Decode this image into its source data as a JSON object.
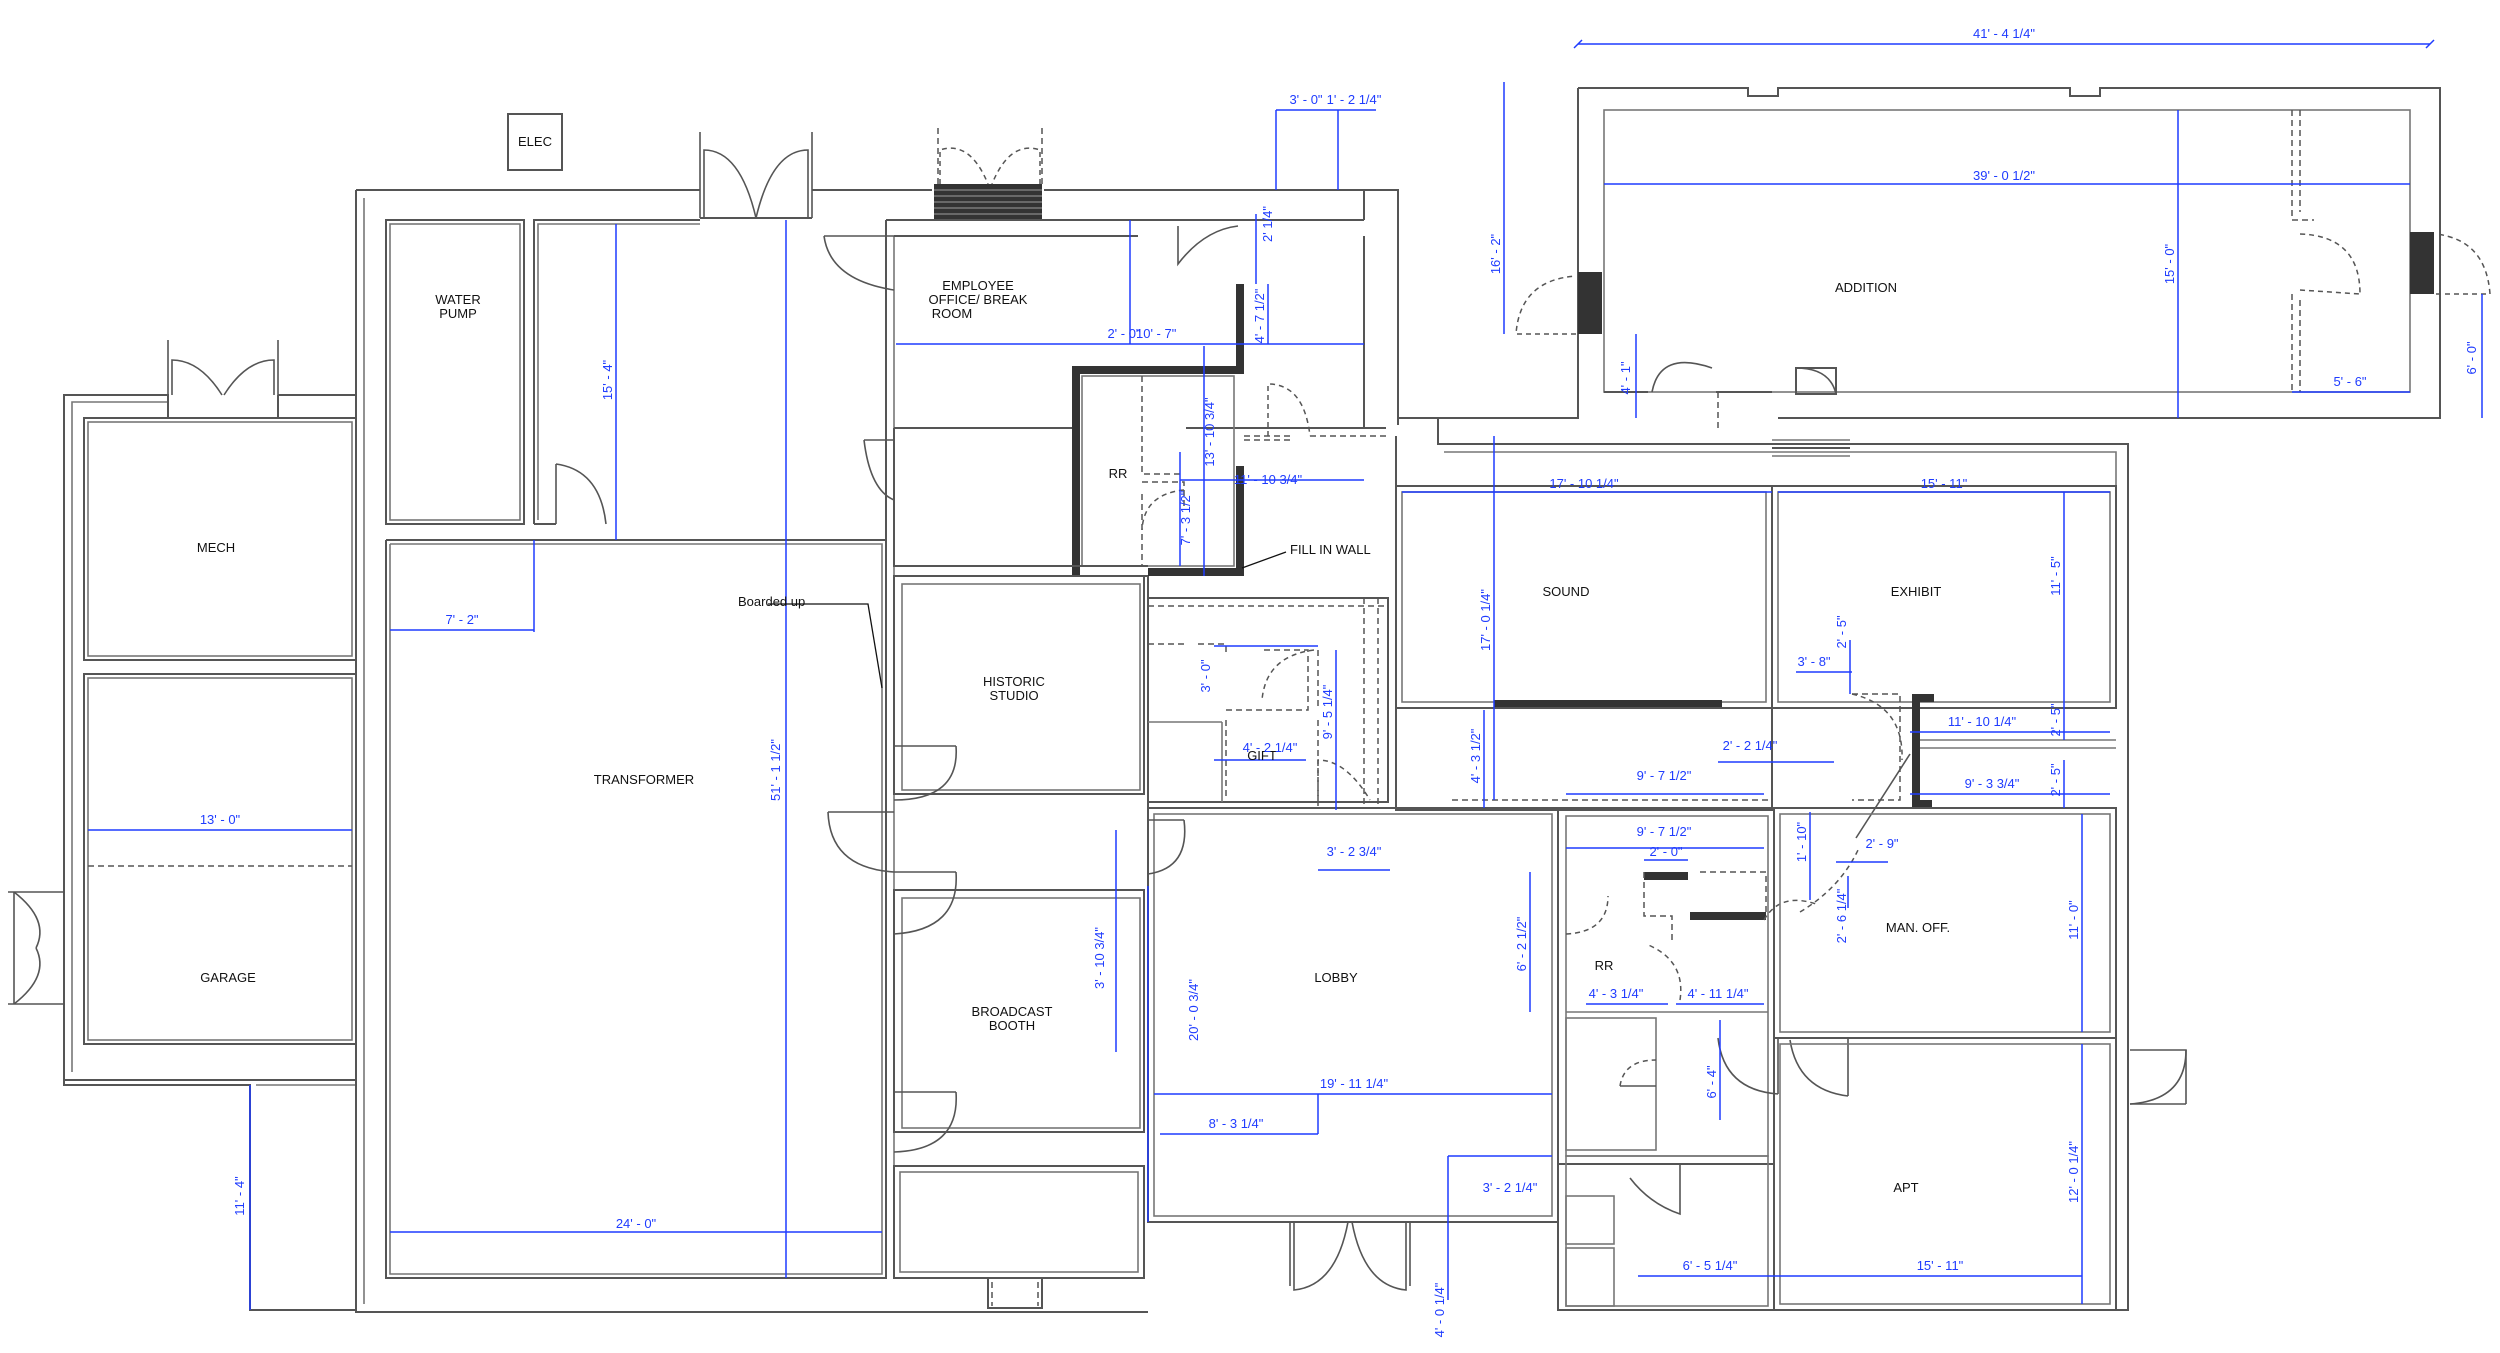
{
  "rooms": {
    "elec": "ELEC",
    "water_pump_1": "WATER",
    "water_pump_2": "PUMP",
    "mech": "MECH",
    "garage": "GARAGE",
    "transformer": "TRANSFORMER",
    "employee_1": "EMPLOYEE",
    "employee_2": "OFFICE/ BREAK",
    "employee_3": "ROOM",
    "rr_upper": "RR",
    "historic_1": "HISTORIC",
    "historic_2": "STUDIO",
    "gift": "GIFT",
    "broadcast_1": "BROADCAST",
    "broadcast_2": "BOOTH",
    "lobby": "LOBBY",
    "sound": "SOUND",
    "exhibit": "EXHIBIT",
    "addition": "ADDITION",
    "rr_lower": "RR",
    "man_off": "MAN. OFF.",
    "apt": "APT"
  },
  "notes": {
    "boarded_up": "Boarded up",
    "fill_in_wall": "FILL IN WALL"
  },
  "dimensions": {
    "d_41_4": "41' - 4 1/4\"",
    "d_39_0": "39' - 0 1/2\"",
    "d_16_2": "16' - 2\"",
    "d_15_0": "15' - 0\"",
    "d_6_0": "6' - 0\"",
    "d_5_6": "5' - 6\"",
    "d_4_1": "4' - 1\"",
    "d_3_0_top": "3' - 0\"",
    "d_1_2_top": "1' - 2 1/4\"",
    "d_2_1_4": "2' 1/4\"",
    "d_2_0": "2' - 0\"",
    "d_10_7": "10' - 7\"",
    "d_4_7": "4' - 7 1/2\"",
    "d_13_10": "13' - 10 3/4\"",
    "d_11_10_top": "11' - 10 3/4\"",
    "d_7_3": "7' - 3 1/2\"",
    "d_15_4": "15' - 4\"",
    "d_7_2": "7' - 2\"",
    "d_13_0": "13' - 0\"",
    "d_51_1": "51' - 1 1/2\"",
    "d_24_0": "24' - 0\"",
    "d_11_4": "11' - 4\"",
    "d_17_10": "17' - 10 1/4\"",
    "d_15_11_top": "15' - 11\"",
    "d_11_5": "11' - 5\"",
    "d_17_0": "17' - 0 1/4\"",
    "d_3_8": "3' - 8\"",
    "d_2_5a": "2' - 5\"",
    "d_11_10_b": "11' - 10 1/4\"",
    "d_2_5b": "2' - 5\"",
    "d_9_3": "9' - 3 3/4\"",
    "d_2_5c": "2' - 5\"",
    "d_3_0_mid": "3' - 0\"",
    "d_9_5": "9' - 5 1/4\"",
    "d_4_2": "4' - 2 1/4\"",
    "d_4_3_v": "4' - 3 1/2\"",
    "d_2_2": "2' - 2 1/4\"",
    "d_9_7a": "9' - 7 1/2\"",
    "d_9_7b": "9' - 7 1/2\"",
    "d_2_0_b": "2' - 0\"",
    "d_1_10": "1' - 10\"",
    "d_2_9": "2' - 9\"",
    "d_2_6": "2' - 6 1/4\"",
    "d_3_2_mid": "3' - 2 3/4\"",
    "d_3_10": "3' - 10 3/4\"",
    "d_6_2": "6' - 2 1/2\"",
    "d_4_3_h": "4' - 3 1/4\"",
    "d_4_11": "4' - 11 1/4\"",
    "d_11_0": "11' - 0\"",
    "d_20_0": "20' - 0 3/4\"",
    "d_19_11": "19' - 11 1/4\"",
    "d_8_3": "8' - 3 1/4\"",
    "d_6_4": "6' - 4\"",
    "d_12_0": "12' - 0 1/4\"",
    "d_3_2_low": "3' - 2 1/4\"",
    "d_6_5": "6' - 5 1/4\"",
    "d_15_11_low": "15' - 11\"",
    "d_4_0": "4' - 0 1/4\""
  }
}
